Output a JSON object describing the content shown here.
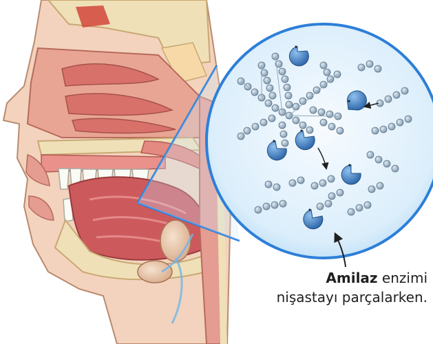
{
  "caption": {
    "line1_bold": "Amilaz",
    "line1_rest": " enzimi",
    "line2": "nişastayı parçalarken."
  },
  "colors": {
    "skin": "#f3d3bd",
    "muscle": "#c8585a",
    "bone": "#efe0b8",
    "lens_border": "#2d7fd8",
    "lens_fill": "#eaf5fd",
    "enzyme": "#3f7fc4",
    "starch_bead": "#8fa9bd"
  },
  "icons": [
    "enzyme-pacman-icon",
    "arrow-icon",
    "glucose-chain-icon",
    "salivary-gland-icon"
  ]
}
